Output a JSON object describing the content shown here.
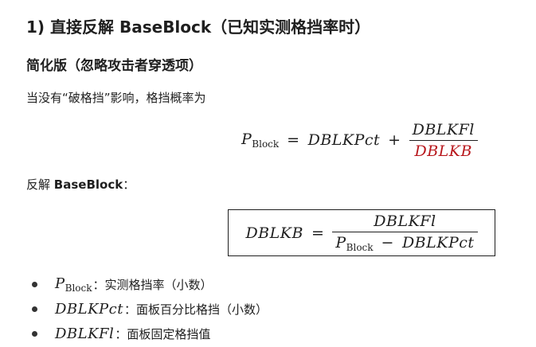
{
  "heading": "1) 直接反解 BaseBlock（已知实测格挡率时）",
  "subheading": "简化版（忽略攻击者穿透项）",
  "intro": "当没有“破格挡”影响，格挡概率为",
  "eq1": {
    "lhs_symbol": "P",
    "lhs_sub": "Block",
    "eq": "=",
    "term1": "DBLKPct",
    "plus": "+",
    "frac_num": "DBLKFl",
    "frac_den": "DBLKB"
  },
  "solve_prefix": "反解 ",
  "solve_bold": "BaseBlock",
  "solve_suffix": "：",
  "eq2": {
    "lhs": "DBLKB",
    "eq": "=",
    "frac_num": "DBLKFl",
    "den_symbol": "P",
    "den_sub": "Block",
    "den_minus": "−",
    "den_term": "DBLKPct"
  },
  "definitions": [
    {
      "symbol": "P",
      "sub": "Block",
      "sep": "：",
      "text": "实测格挡率（小数）"
    },
    {
      "symbol": "DBLKPct",
      "sub": "",
      "sep": "：",
      "text": "面板百分比格挡（小数）"
    },
    {
      "symbol": "DBLKFl",
      "sub": "",
      "sep": "：",
      "text": "面板固定格挡值"
    }
  ],
  "colors": {
    "text": "#1f1f1f",
    "highlight": "#b8171c"
  }
}
